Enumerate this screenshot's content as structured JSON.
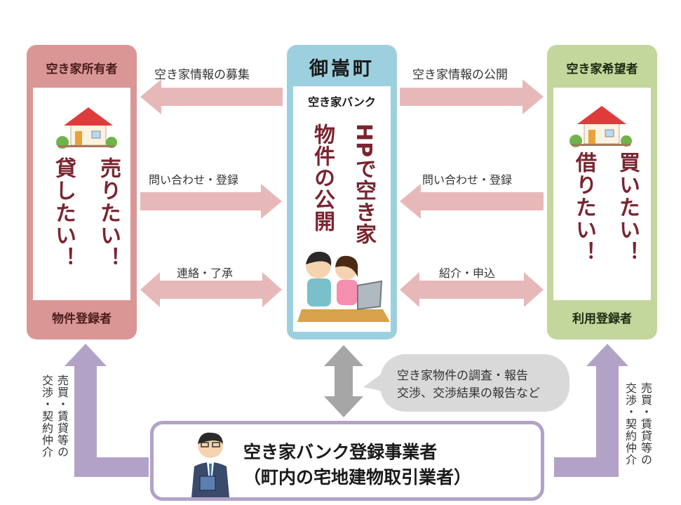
{
  "left_panel": {
    "title": "空き家所有者",
    "vertical_right": "売りたい！",
    "vertical_left": "貸したい！",
    "footer": "物件登録者"
  },
  "center_panel": {
    "title": "御嵩町",
    "subtitle": "空き家バンク",
    "vertical_right": "HPで空き家",
    "vertical_left": "物件の公開"
  },
  "right_panel": {
    "title": "空き家希望者",
    "vertical_right": "買いたい！",
    "vertical_left": "借りたい！",
    "footer": "利用登録者"
  },
  "arrows": {
    "recruit": "空き家情報の募集",
    "publish": "空き家情報の公開",
    "inquiry_left": "問い合わせ・登録",
    "inquiry_right": "問い合わせ・登録",
    "contact": "連絡・了承",
    "intro": "紹介・申込"
  },
  "bubble": {
    "line1": "空き家物件の調査・報告",
    "line2": "交渉、交渉結果の報告など"
  },
  "bottom_panel": {
    "line1": "空き家バンク登録事業者",
    "line2": "（町内の宅地建物取引業者）"
  },
  "side_notes": {
    "left_col1": "売買・賃貸等の",
    "left_col2": "交渉・契約仲介",
    "right_col1": "売買・賃貸等の",
    "right_col2": "交渉・契約仲介"
  },
  "colors": {
    "owner_panel": "#d99694",
    "center_panel": "#9cd0df",
    "seeker_panel": "#c3d69b",
    "arrow_pink": "#e6b9b8",
    "arrow_purple": "#b3a2c7",
    "arrow_gray": "#a6a6a6",
    "bubble": "#d9d9d9"
  }
}
